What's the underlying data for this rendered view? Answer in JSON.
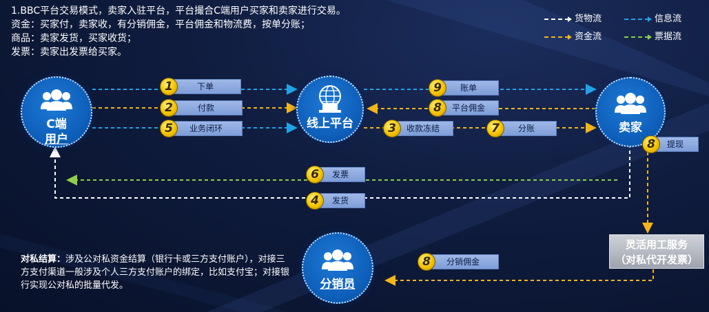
{
  "intro": {
    "line1": "1.BBC平台交易模式，卖家入驻平台，平台撮合C端用户买家和卖家进行交易。",
    "line2": "资金：买家付，卖家收，有分销佣金，平台佣金和物流费，按单分账；",
    "line3": "商品：卖家发货，买家收货；",
    "line4": "发票：卖家出发票给买家。"
  },
  "legend": {
    "goods": "货物流",
    "info": "信息流",
    "funds": "资金流",
    "invoice": "票据流"
  },
  "colors": {
    "goods": "#ffffff",
    "info": "#1fa3e8",
    "funds": "#f3b51a",
    "invoice": "#8fcf4a"
  },
  "nodes": {
    "buyer_line1": "C端",
    "buyer_line2": "用户",
    "platform": "线上平台",
    "seller": "卖家",
    "distributor": "分销员"
  },
  "steps": [
    {
      "num": "1",
      "label": "下单"
    },
    {
      "num": "2",
      "label": "付款"
    },
    {
      "num": "5",
      "label": "业务闭环"
    },
    {
      "num": "9",
      "label": "账单"
    },
    {
      "num": "8",
      "label": "平台佣金"
    },
    {
      "num": "3",
      "label": "收款冻结"
    },
    {
      "num": "7",
      "label": "分账"
    },
    {
      "num": "8",
      "label": "提现"
    },
    {
      "num": "6",
      "label": "发票"
    },
    {
      "num": "4",
      "label": "发货"
    },
    {
      "num": "8",
      "label": "分销佣金"
    }
  ],
  "flex_service": {
    "line1": "灵活用工服务",
    "line2": "（对私代开发票）"
  },
  "settlement": {
    "title": "对私结算：",
    "text": "涉及公对私资金结算（银行卡或三方支付账户），对接三方支付渠道一般涉及个人三方支付账户的绑定，比如支付宝；对接银行实现公对私的批量代发。"
  }
}
